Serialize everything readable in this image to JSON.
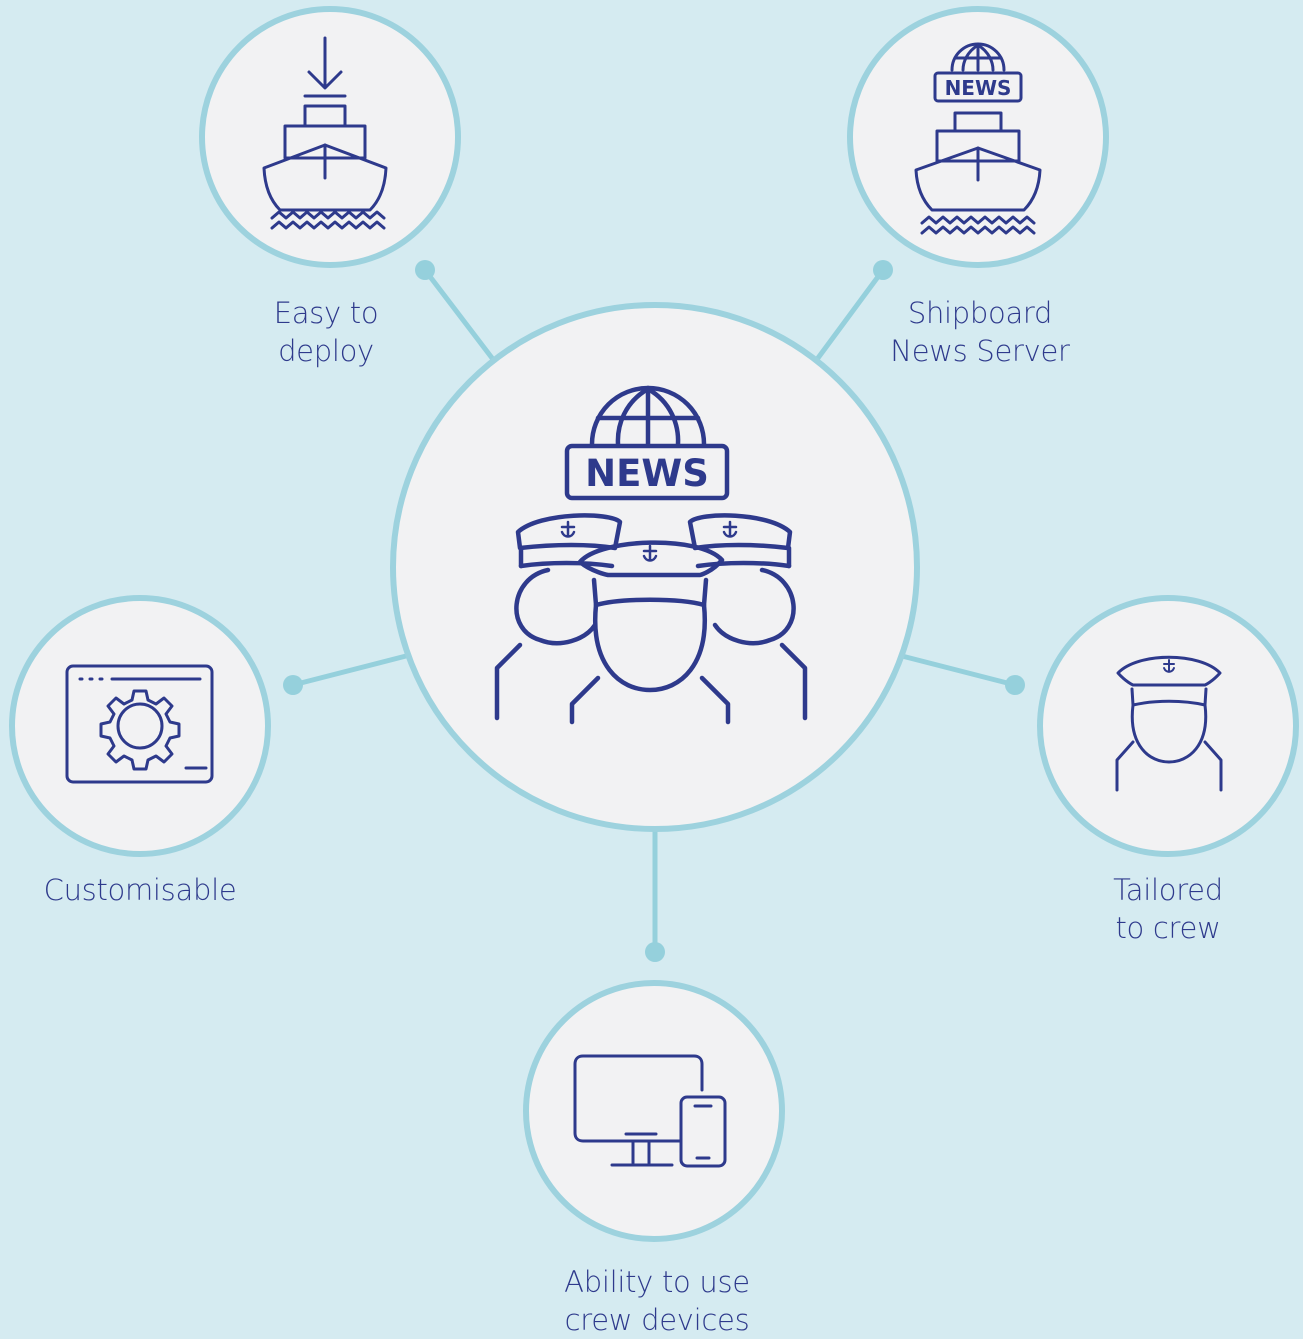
{
  "colors": {
    "background": "#d5ebf1",
    "ring": "#9dd2de",
    "circle_fill": "#f2f2f3",
    "connector": "#95d0dc",
    "icon_stroke": "#2e3a8c",
    "text": "#2e3a8c"
  },
  "center": {
    "icon": "crew-news-icon",
    "news_text": "NEWS"
  },
  "nodes": [
    {
      "id": "easy-to-deploy",
      "icon": "ship-download-icon",
      "label": [
        "Easy to",
        "deploy"
      ]
    },
    {
      "id": "shipboard-news-server",
      "icon": "ship-news-icon",
      "badge": "NEWS",
      "label": [
        "Shipboard",
        "News Server"
      ]
    },
    {
      "id": "customisable",
      "icon": "settings-window-icon",
      "label": [
        "Customisable"
      ]
    },
    {
      "id": "tailored-to-crew",
      "icon": "sailor-icon",
      "label": [
        "Tailored",
        "to crew"
      ]
    },
    {
      "id": "crew-devices",
      "icon": "monitor-phone-icon",
      "label": [
        "Ability to use",
        "crew devices"
      ]
    }
  ]
}
